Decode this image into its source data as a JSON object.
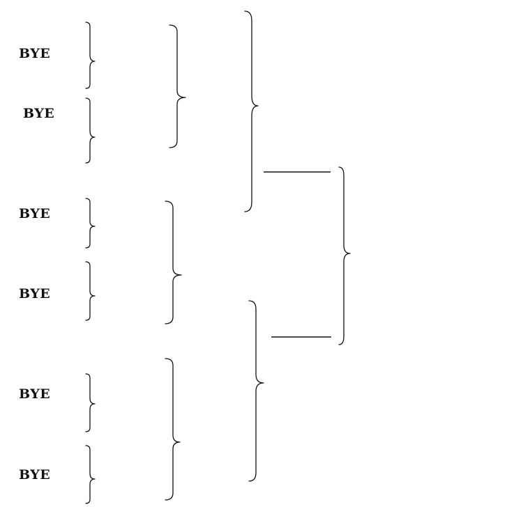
{
  "bracket": {
    "entries": [
      {
        "label": "BYE"
      },
      {
        "label": "BYE"
      },
      {
        "label": "BYE"
      },
      {
        "label": "BYE"
      },
      {
        "label": "BYE"
      },
      {
        "label": "BYE"
      }
    ]
  },
  "colors": {
    "ink": "#111111",
    "background": "#ffffff"
  }
}
